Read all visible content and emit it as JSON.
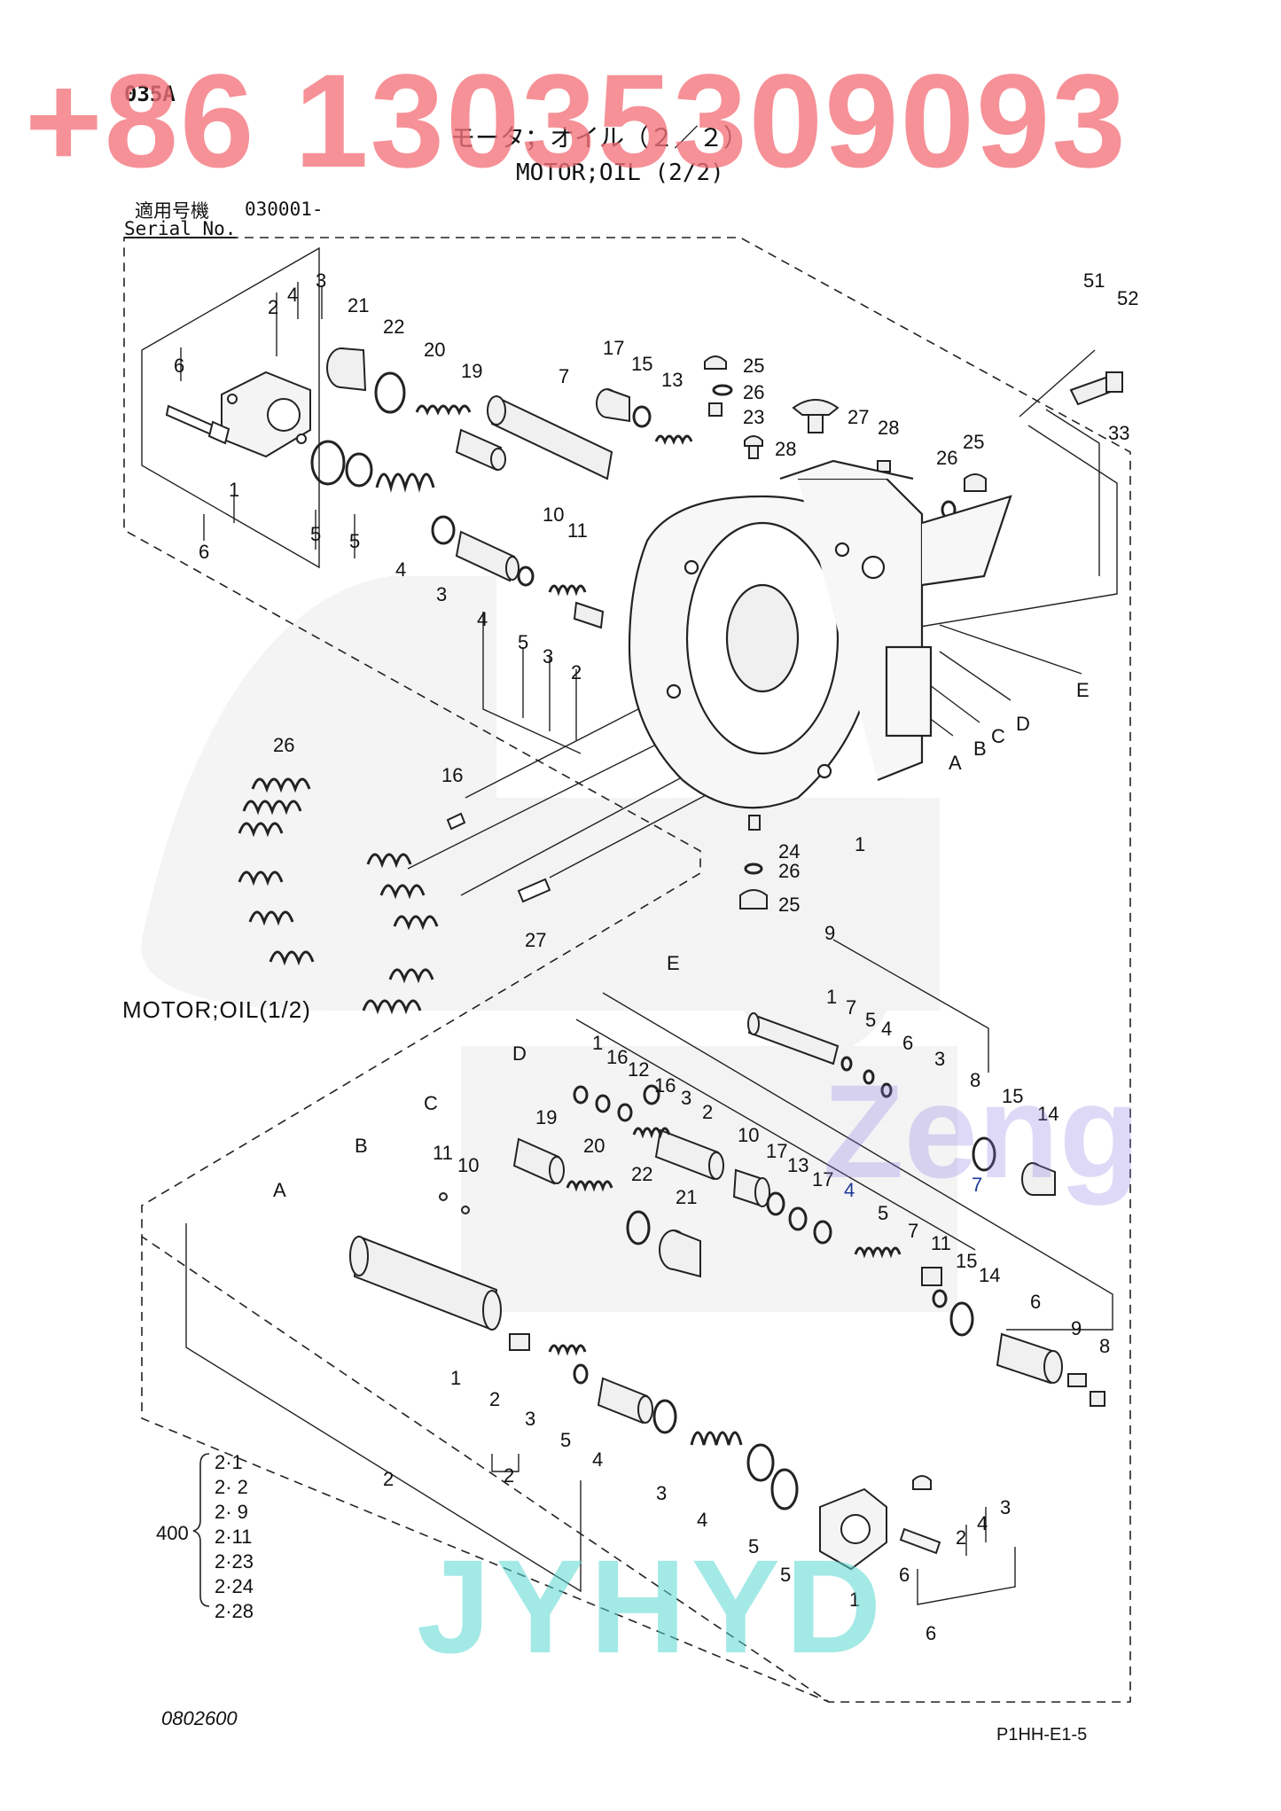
{
  "header": {
    "page_code": "035A",
    "title_jp": "モータ；オイル（２／２）",
    "title_en": "MOTOR;OIL (2/2)",
    "serial_label_jp": "適用号機",
    "serial_number": "030001-",
    "serial_label_en": "Serial No."
  },
  "watermarks": {
    "phone": "+86 13035309093",
    "brand": "JYHYD",
    "name": "Zeng"
  },
  "cross_reference": "MOTOR;OIL(1/2)",
  "callouts_upper": [
    {
      "id": "c3a",
      "t": "3"
    },
    {
      "id": "c4a",
      "t": "4"
    },
    {
      "id": "c2a",
      "t": "2"
    },
    {
      "id": "c21a",
      "t": "21"
    },
    {
      "id": "c22a",
      "t": "22"
    },
    {
      "id": "c20a",
      "t": "20"
    },
    {
      "id": "c19a",
      "t": "19"
    },
    {
      "id": "c6a",
      "t": "6"
    },
    {
      "id": "c7a",
      "t": "7"
    },
    {
      "id": "c17a",
      "t": "17"
    },
    {
      "id": "c15a",
      "t": "15"
    },
    {
      "id": "c13a",
      "t": "13"
    },
    {
      "id": "c25a",
      "t": "25"
    },
    {
      "id": "c26a",
      "t": "26"
    },
    {
      "id": "c23a",
      "t": "23"
    },
    {
      "id": "c27a",
      "t": "27"
    },
    {
      "id": "c28a",
      "t": "28"
    },
    {
      "id": "c28b",
      "t": "28"
    },
    {
      "id": "c51",
      "t": "51"
    },
    {
      "id": "c52",
      "t": "52"
    },
    {
      "id": "c33",
      "t": "33"
    },
    {
      "id": "c26b",
      "t": "26"
    },
    {
      "id": "c25b",
      "t": "25"
    },
    {
      "id": "c1a",
      "t": "1"
    },
    {
      "id": "c5a",
      "t": "5"
    },
    {
      "id": "c5b",
      "t": "5"
    },
    {
      "id": "c4b",
      "t": "4"
    },
    {
      "id": "c3b",
      "t": "3"
    },
    {
      "id": "c6b",
      "t": "6"
    },
    {
      "id": "c10a",
      "t": "10"
    },
    {
      "id": "c11a",
      "t": "11"
    },
    {
      "id": "c4c",
      "t": "4"
    },
    {
      "id": "c5c",
      "t": "5"
    },
    {
      "id": "c3c",
      "t": "3"
    },
    {
      "id": "c2b",
      "t": "2"
    },
    {
      "id": "cE",
      "t": "E"
    },
    {
      "id": "cD",
      "t": "D"
    },
    {
      "id": "cC",
      "t": "C"
    },
    {
      "id": "cB",
      "t": "B"
    },
    {
      "id": "cA",
      "t": "A"
    },
    {
      "id": "c1b",
      "t": "1"
    },
    {
      "id": "c26c",
      "t": "26"
    },
    {
      "id": "c16a",
      "t": "16"
    },
    {
      "id": "c24",
      "t": "24"
    },
    {
      "id": "c26d",
      "t": "26"
    },
    {
      "id": "c25c",
      "t": "25"
    },
    {
      "id": "c27b",
      "t": "27"
    }
  ],
  "callouts_lower": [
    {
      "id": "d9a",
      "t": "9"
    },
    {
      "id": "dE",
      "t": "E"
    },
    {
      "id": "d1a",
      "t": "1"
    },
    {
      "id": "d7a",
      "t": "7"
    },
    {
      "id": "d5a",
      "t": "5"
    },
    {
      "id": "d4a",
      "t": "4"
    },
    {
      "id": "d6a",
      "t": "6"
    },
    {
      "id": "d3a",
      "t": "3"
    },
    {
      "id": "d8a",
      "t": "8"
    },
    {
      "id": "d15a",
      "t": "15"
    },
    {
      "id": "d14a",
      "t": "14"
    },
    {
      "id": "dD",
      "t": "D"
    },
    {
      "id": "d1b",
      "t": "1"
    },
    {
      "id": "d16a",
      "t": "16"
    },
    {
      "id": "d12",
      "t": "12"
    },
    {
      "id": "d16b",
      "t": "16"
    },
    {
      "id": "d3b",
      "t": "3"
    },
    {
      "id": "d2a",
      "t": "2"
    },
    {
      "id": "dC",
      "t": "C"
    },
    {
      "id": "d19",
      "t": "19"
    },
    {
      "id": "d10a",
      "t": "10"
    },
    {
      "id": "d17a",
      "t": "17"
    },
    {
      "id": "d13",
      "t": "13"
    },
    {
      "id": "d17b",
      "t": "17"
    },
    {
      "id": "d4b",
      "t": "4"
    },
    {
      "id": "d5b",
      "t": "5"
    },
    {
      "id": "d7b",
      "t": "7"
    },
    {
      "id": "dB",
      "t": "B"
    },
    {
      "id": "d11a",
      "t": "11"
    },
    {
      "id": "d10b",
      "t": "10"
    },
    {
      "id": "d20",
      "t": "20"
    },
    {
      "id": "d22",
      "t": "22"
    },
    {
      "id": "d21",
      "t": "21"
    },
    {
      "id": "d7c",
      "t": "7"
    },
    {
      "id": "d11b",
      "t": "11"
    },
    {
      "id": "d15b",
      "t": "15"
    },
    {
      "id": "d14b",
      "t": "14"
    },
    {
      "id": "d6b",
      "t": "6"
    },
    {
      "id": "d9b",
      "t": "9"
    },
    {
      "id": "d8b",
      "t": "8"
    },
    {
      "id": "dA",
      "t": "A"
    },
    {
      "id": "d1c",
      "t": "1"
    },
    {
      "id": "d2b",
      "t": "2"
    },
    {
      "id": "d3c",
      "t": "3"
    },
    {
      "id": "d5c",
      "t": "5"
    },
    {
      "id": "d4c",
      "t": "4"
    },
    {
      "id": "d2c",
      "t": "2"
    },
    {
      "id": "d2d",
      "t": "2"
    },
    {
      "id": "d3d",
      "t": "3"
    },
    {
      "id": "d4d",
      "t": "4"
    },
    {
      "id": "d5d",
      "t": "5"
    },
    {
      "id": "d3e",
      "t": "3"
    },
    {
      "id": "d4e",
      "t": "4"
    },
    {
      "id": "d2e",
      "t": "2"
    },
    {
      "id": "d6c",
      "t": "6"
    },
    {
      "id": "d5e",
      "t": "5"
    },
    {
      "id": "d1d",
      "t": "1"
    },
    {
      "id": "d6d",
      "t": "6"
    }
  ],
  "kit": {
    "label": "400",
    "items": [
      "2·1",
      "2· 2",
      "2· 9",
      "2·11",
      "2·23",
      "2·24",
      "2·28"
    ]
  },
  "footer": {
    "drawing_number": "0802600",
    "page_ref": "P1HH-E1-5"
  }
}
